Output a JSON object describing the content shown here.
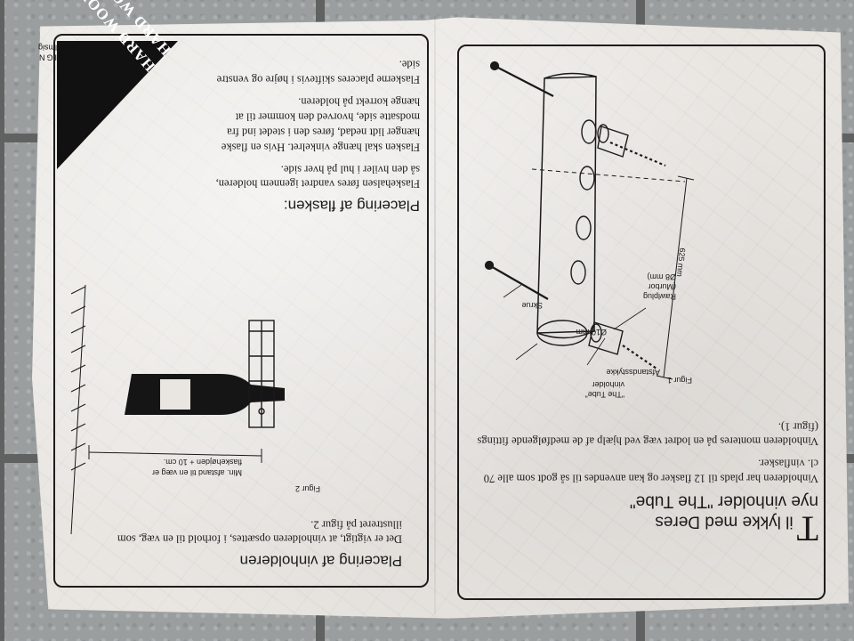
{
  "logo": {
    "line1": "HARD WOOD",
    "line2": "HARD WOOD",
    "design": "DESIGN",
    "designer": "Kim Almsig"
  },
  "right_panel": {
    "title_letter": "T",
    "title_rest_1": "il lykke med Deres",
    "title_line_2": "nye vinholder \"The Tube\"",
    "para1": "Vinholderen har plads til 12 flasker og kan anvendes til så godt som alle 70 cl. vinflasker.",
    "para2": "Vinholderen monteres på en lodret væg ved hjælp af de medfølgende fittings (figur 1).",
    "figure": {
      "caption": "Figur 1",
      "tube_label_1": "\"The Tube\"",
      "tube_label_2": "vinholder",
      "spacer_label": "Afstandsstykke",
      "plug_label_1": "Rawlplug",
      "plug_label_2": "(Murbor",
      "plug_label_3": "Ø8 mm)",
      "screw_label": "Skrue",
      "diameter_label": "Ø10 mm",
      "length_label": "625 mm"
    }
  },
  "left_panel": {
    "bottle_heading": "Placering af flasken:",
    "bottle_para1": "Flaskehalsen føres vandret igennem holderen, så den hviler i hul på hver side.",
    "bottle_para2": "Flasken skal hænge vinkelret. Hvis en flaske hænger lidt nedad, føres den i stedet ind fra modsatte side, hvorved den kommer til at hænge korrekt på holderen.",
    "bottle_para3": "Flaskerne placeres skiftevis i højre og venstre side.",
    "holder_heading": "Placering af vinholderen",
    "holder_para": "Det er vigtigt, at vinholderen opsættes, i forhold til en væg, som illustreret på figur 2.",
    "figure": {
      "caption": "Figur 2",
      "dist_label_1": "Min. afstand til en væg er",
      "dist_label_2": "flaskehøjden + 10 cm."
    }
  }
}
